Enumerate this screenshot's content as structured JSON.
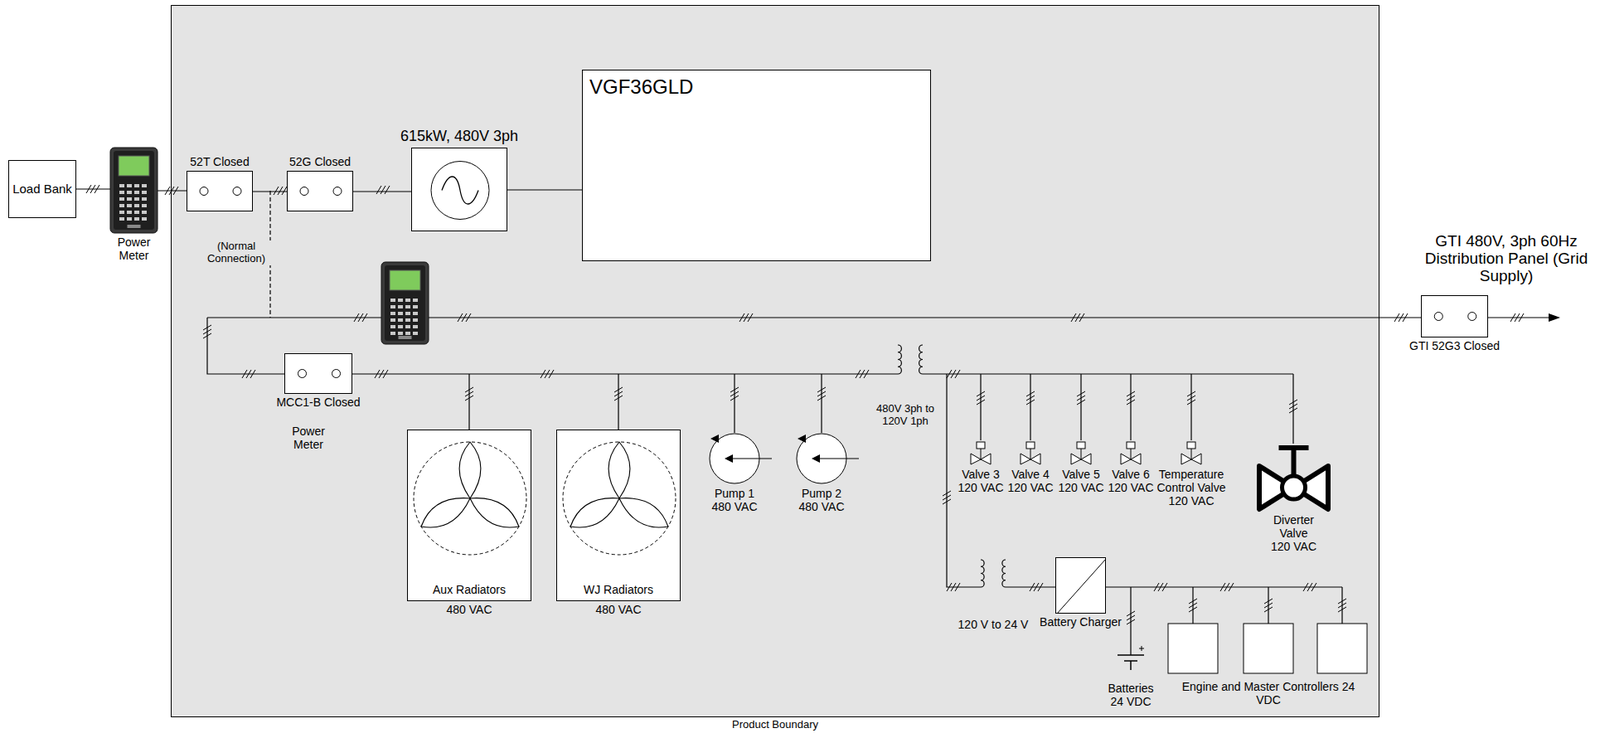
{
  "diagram": {
    "nodes": [
      {
        "text": [
          "Load Bank"
        ]
      },
      {
        "text": [
          "Power Meter"
        ]
      },
      {
        "text": [
          "Product Boundary"
        ]
      },
      {
        "text": [
          "52T Closed"
        ],
        "in": 2
      },
      {
        "text": [
          "52G Closed"
        ],
        "in": 2
      },
      {
        "text": [
          "615kW, 480V 3ph"
        ],
        "in": 2
      },
      {
        "text": [
          "VGF36GLD"
        ],
        "in": 2
      },
      {
        "text": [
          "GTI 52G3 Closed"
        ]
      },
      {
        "text": [
          "MCC1-B Closed"
        ],
        "in": 2
      },
      {
        "text": [
          "Aux Radiators",
          "480 VAC"
        ],
        "in": 2
      },
      {
        "text": [
          "WJ Radiators",
          "480 VAC"
        ],
        "in": 2
      },
      {
        "text": [
          "Pump 1",
          "480 VAC"
        ],
        "in": 2
      },
      {
        "text": [
          "Pump 2",
          "480 VAC"
        ],
        "in": 2
      },
      {
        "text": [
          "Valve 3",
          "120 VAC"
        ],
        "in": 2
      },
      {
        "text": [
          "Valve 4",
          "120 VAC"
        ],
        "in": 2
      },
      {
        "text": [
          "Valve 5",
          "120 VAC"
        ],
        "in": 2
      },
      {
        "text": [
          "Valve 6",
          "120 VAC"
        ],
        "in": 2
      },
      {
        "text": [
          "Temperature Control Valve",
          "120 VAC"
        ],
        "in": 2
      },
      {
        "text": [
          "Diverter Valve",
          "120 VAC"
        ],
        "in": 2
      },
      {
        "text": [
          "Battery Charger"
        ],
        "in": 2
      }
    ],
    "edges": [
      {
        "from": 0,
        "to": 1,
        "arrow": "none"
      },
      {
        "from": 1,
        "to": 3,
        "arrow": "none"
      },
      {
        "from": 3,
        "to": 4,
        "arrow": "none"
      },
      {
        "from": 4,
        "to": 5,
        "arrow": "none"
      },
      {
        "from": 5,
        "to": 6,
        "arrow": "none"
      }
    ],
    "labels": [
      "(Normal Connection)",
      "GTI 480V, 3ph 60Hz Distribution Panel (Grid Supply)",
      "Power Meter",
      "480V 3ph to 120V 1ph",
      "120 V to 24 V",
      "Batteries 24 VDC",
      "Engine and Master Controllers 24 VDC"
    ]
  }
}
